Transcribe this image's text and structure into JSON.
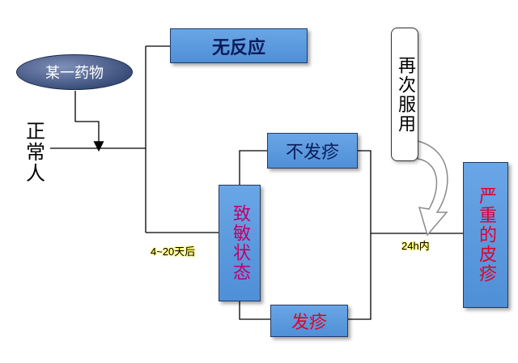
{
  "drug": {
    "label": "某一药物"
  },
  "normal_person": {
    "label": "正常人"
  },
  "outcomes": {
    "no_reaction": "无反应",
    "sensitized": "致敏状态",
    "no_rash": "不发疹",
    "rash": "发疹",
    "retake": "再次服用",
    "severe_rash": "严重的皮疹"
  },
  "time_labels": {
    "sensitization": "4~20天后",
    "rechallenge": "24h内"
  },
  "colors": {
    "box_fill": "#5b9be0",
    "box_border": "#203a66",
    "title_text": "#0b1b5a",
    "sensitized_text": "#c0006a",
    "rash_text": "#e0002a",
    "drug_ellipse": "#3c4f7c"
  }
}
